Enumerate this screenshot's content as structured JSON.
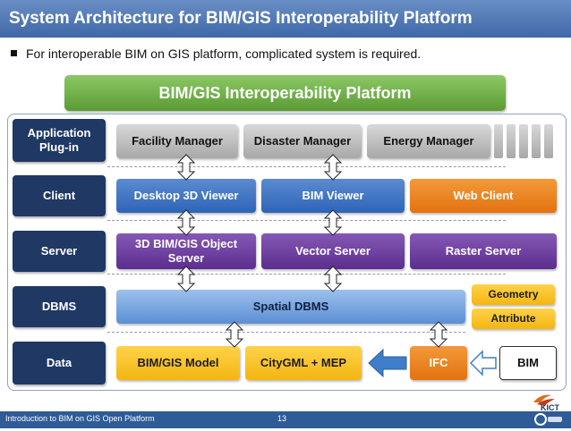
{
  "title": "System Architecture for BIM/GIS Interoperability Platform",
  "bullet": "For interoperable BIM on GIS platform, complicated system is required.",
  "platform_title": "BIM/GIS Interoperability Platform",
  "tiers": {
    "application": "Application Plug-in",
    "client": "Client",
    "server": "Server",
    "dbms": "DBMS",
    "data": "Data"
  },
  "plugins": [
    "Facility Manager",
    "Disaster Manager",
    "Energy Manager"
  ],
  "client": {
    "desktop": "Desktop 3D Viewer",
    "bim_viewer": "BIM Viewer",
    "web_client": "Web Client"
  },
  "server": {
    "object": "3D BIM/GIS Object Server",
    "vector": "Vector Server",
    "raster": "Raster Server"
  },
  "dbms": {
    "spatial": "Spatial DBMS",
    "geometry": "Geometry",
    "attribute": "Attribute"
  },
  "data": {
    "model": "BIM/GIS Model",
    "citygml": "CityGML + MEP",
    "ifc": "IFC",
    "bim": "BIM"
  },
  "footer": {
    "text": "Introduction to BIM on GIS Open Platform",
    "page": "13",
    "logo": "KICT"
  },
  "colors": {
    "tier": "#1f3864",
    "blue": "#2e64b8",
    "orange": "#e3720f",
    "purple": "#5b2e8e",
    "yellow": "#f3b611",
    "green": "#5b9a34"
  }
}
